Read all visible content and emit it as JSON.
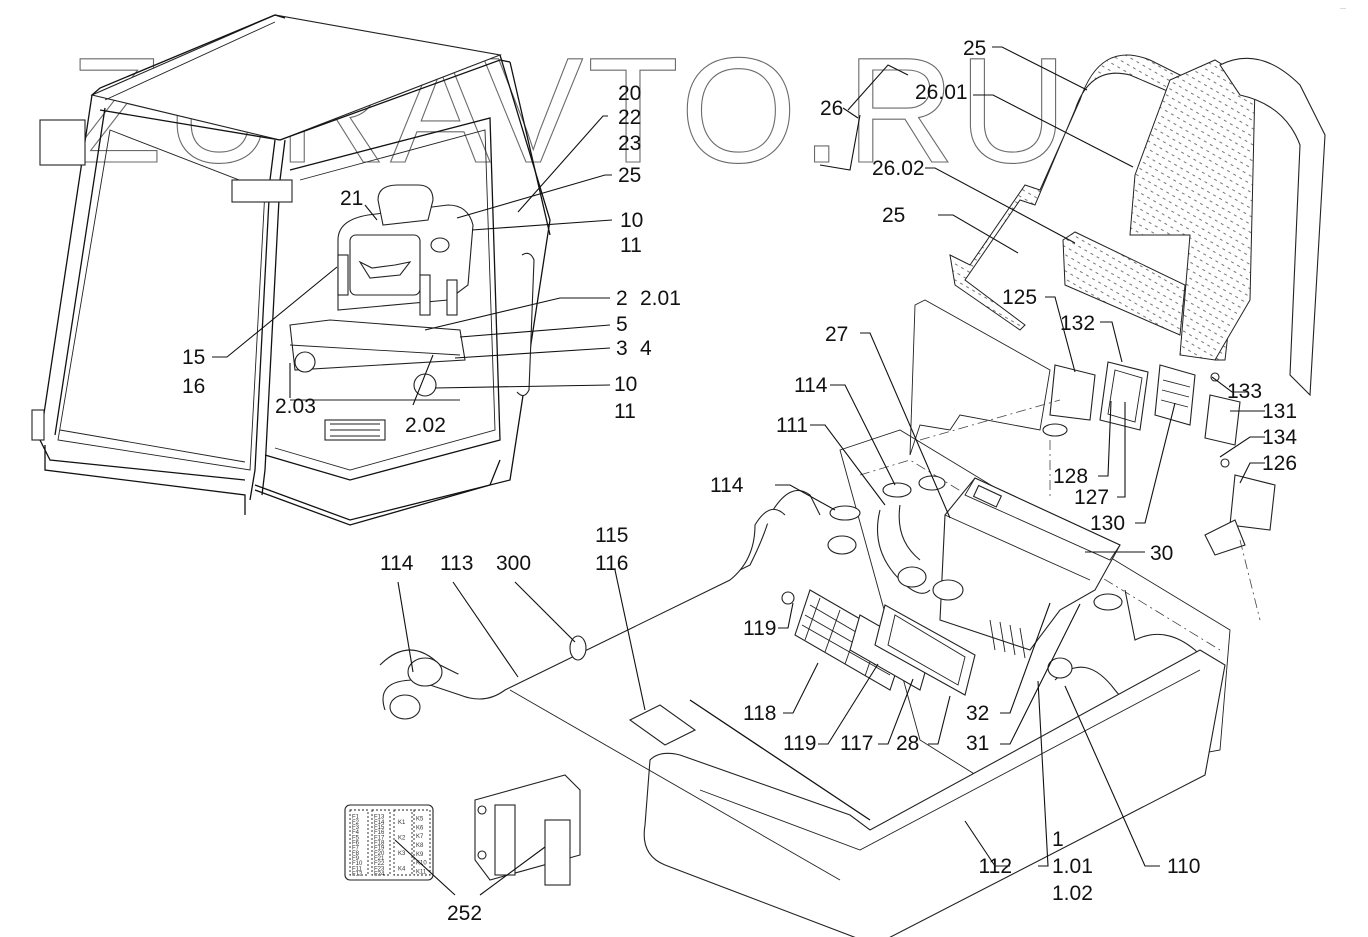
{
  "watermark": "ZURAVTO.RU",
  "corner_mark": "··· ",
  "callouts": {
    "c20": "20",
    "c22": "22",
    "c23": "23",
    "c25a": "25",
    "c21": "21",
    "c10a": "10",
    "c11a": "11",
    "c2": "2",
    "c201": "2.01",
    "c5": "5",
    "c3": "3",
    "c4": "4",
    "c10b": "10",
    "c11b": "11",
    "c15": "15",
    "c16": "16",
    "c203": "2.03",
    "c202": "2.02",
    "c25b": "25",
    "c26": "26",
    "c2601": "26.01",
    "c2602": "26.02",
    "c25c": "25",
    "c125": "125",
    "c132": "132",
    "c27": "27",
    "c133": "133",
    "c131": "131",
    "c134": "134",
    "c126": "126",
    "c128": "128",
    "c127": "127",
    "c130": "130",
    "c114a": "114",
    "c111": "111",
    "c114b": "114",
    "c30": "30",
    "c115": "115",
    "c116": "116",
    "c114c": "114",
    "c113": "113",
    "c300": "300",
    "c119a": "119",
    "c118": "118",
    "c119b": "119",
    "c117": "117",
    "c28": "28",
    "c32": "32",
    "c31": "31",
    "c1": "1",
    "c101": "1.01",
    "c102": "1.02",
    "c112": "112",
    "c110": "110",
    "c252": "252"
  },
  "fuse_box": {
    "col1": [
      "F1",
      "F2",
      "F3",
      "F4",
      "F5",
      "F6",
      "F7",
      "F8",
      "F9",
      "F10",
      "F11",
      "F12"
    ],
    "col2": [
      "F13",
      "F14",
      "F15",
      "F16",
      "F17",
      "F18",
      "F19",
      "F20",
      "F21",
      "F22",
      "F23",
      "F24"
    ],
    "col3": [
      "K1",
      "K2",
      "K3",
      "K4"
    ],
    "col4": [
      "K5",
      "K6",
      "K7",
      "K8",
      "K9",
      "K10",
      "K11"
    ]
  }
}
